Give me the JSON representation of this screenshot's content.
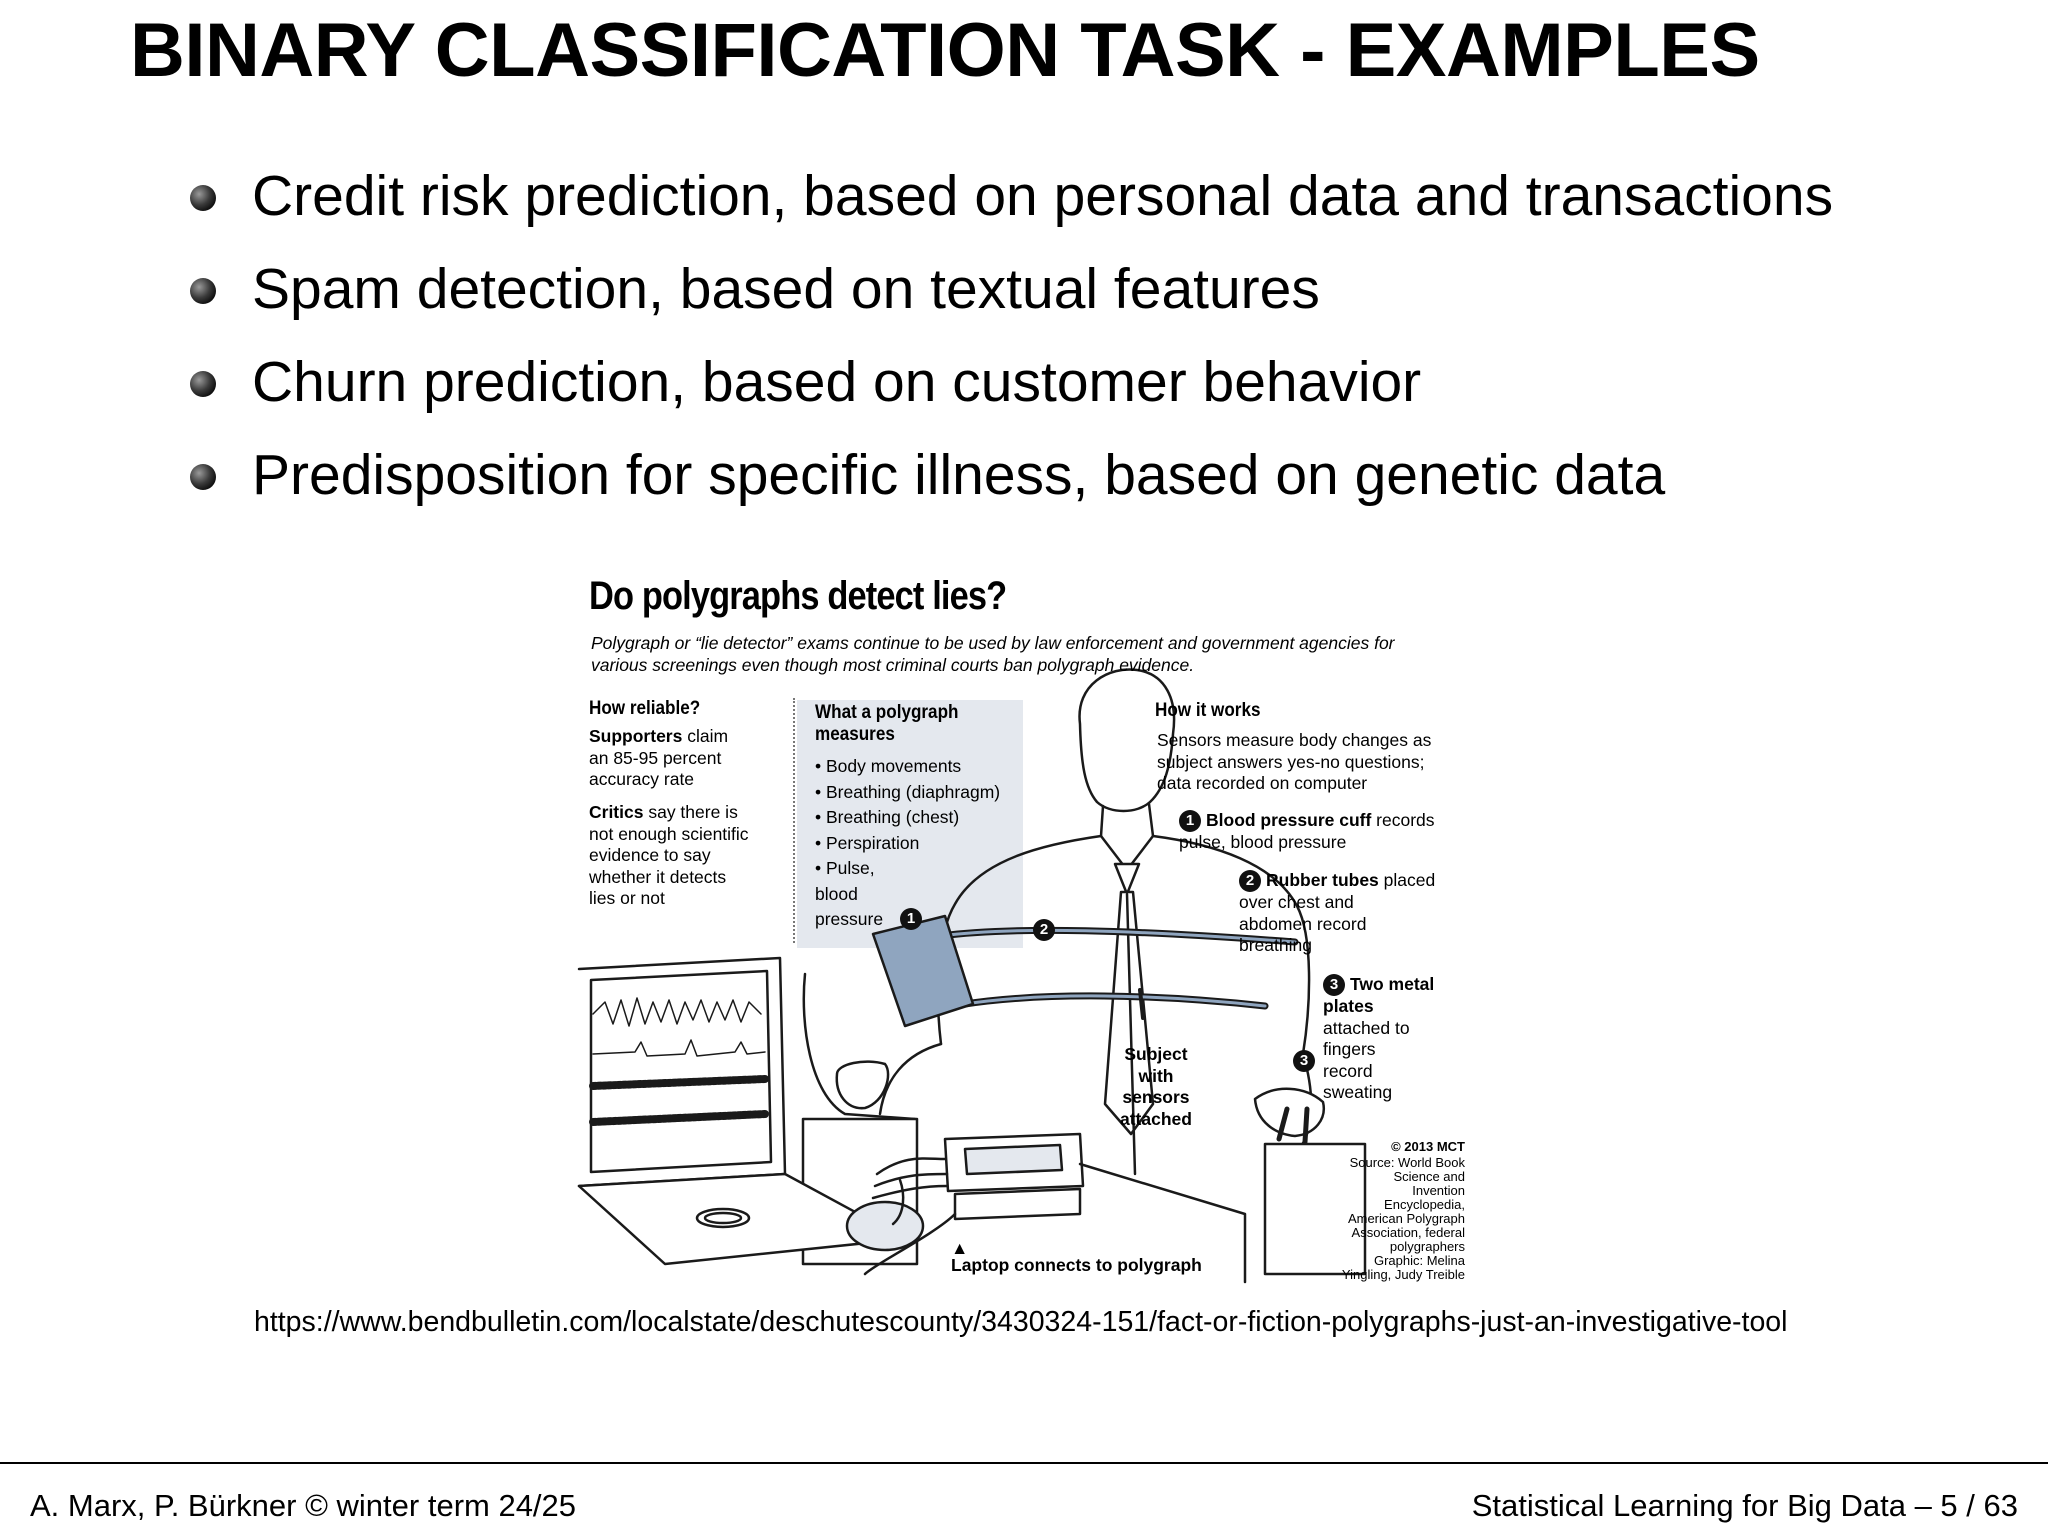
{
  "slide": {
    "title": "BINARY CLASSIFICATION TASK - EXAMPLES",
    "bullets": [
      "Credit risk prediction, based on personal data and transactions",
      "Spam detection, based on textual features",
      "Churn prediction, based on customer behavior",
      "Predisposition for specific illness, based on genetic data"
    ],
    "source_url": "https://www.bendbulletin.com/localstate/deschutescounty/3430324-151/fact-or-fiction-polygraphs-just-an-investigative-tool"
  },
  "infographic": {
    "title": "Do polygraphs detect lies?",
    "subtitle": "Polygraph or “lie detector” exams continue to be used by law enforcement and government agencies for various screenings even though most criminal courts ban polygraph evidence.",
    "reliable": {
      "heading": "How reliable?",
      "supporters_bold": "Supporters",
      "supporters_text": " claim\nan 85-95 percent\naccuracy rate",
      "critics_bold": "Critics",
      "critics_text": " say there is\nnot enough scientific\nevidence to say\nwhether it detects\nlies or not"
    },
    "measures": {
      "heading": "What a polygraph\nmeasures",
      "items": "• Body movements\n• Breathing (diaphragm)\n• Breathing (chest)\n• Perspiration\n• Pulse,\nblood\npressure"
    },
    "how": {
      "heading": "How it works",
      "text": "Sensors measure body changes as\nsubject answers yes-no questions;\ndata recorded on computer",
      "step1_num": "1",
      "step1_bold": "Blood pressure cuff",
      "step1_text": " records\npulse, blood pressure",
      "step2_num": "2",
      "step2_bold": "Rubber tubes",
      "step2_text": " placed\nover chest and\nabdomen record\nbreathing",
      "step3_num": "3",
      "step3_bold": "Two metal\nplates",
      "step3_text": "\nattached to\nfingers\nrecord\nsweating"
    },
    "subject_label": "Subject\nwith\nsensors\nattached",
    "laptop_label": "Laptop connects to polygraph",
    "copyright": "© 2013 MCT",
    "credits": "Source: World Book\nScience and\nInvention\nEncyclopedia,\nAmerican Polygraph\nAssociation, federal\npolygraphers\nGraphic: Melina\nYingling, Judy Treible",
    "marker1": "1",
    "marker2": "2",
    "marker3": "3"
  },
  "footer": {
    "left": "A. Marx, P. Bürkner  ©  winter term 24/25",
    "right": "Statistical Learning for Big Data  –  5 / 63"
  },
  "colors": {
    "cuff": "#8fa5bf",
    "panel": "#e4e8ee",
    "line": "#1a1a1a"
  }
}
